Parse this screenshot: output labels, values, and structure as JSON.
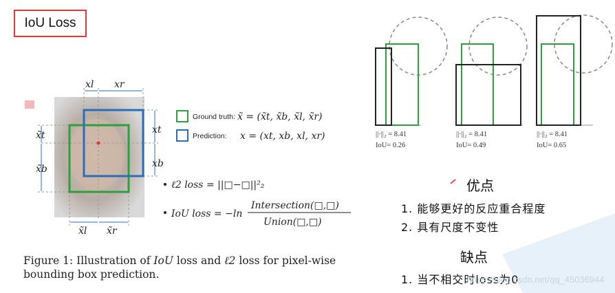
{
  "title": "IoU Loss",
  "figure": {
    "legend": {
      "ground_truth_label": "Ground truth:",
      "ground_truth_formula": "x̃ = (x̃t, x̃b, x̃l, x̃r)",
      "prediction_label": "Prediction:",
      "prediction_formula": "x = (xt, xb, xl, xr)"
    },
    "l2_loss_label": "ℓ2  loss = ||□−□||²₂",
    "iou_loss_lhs": "IoU loss = −ln",
    "iou_loss_numerator": "Intersection(□,□)",
    "iou_loss_denominator": "Union(□,□)",
    "dim_labels": {
      "xl": "xl",
      "xr": "xr",
      "xt": "xt",
      "xb": "xb",
      "gt_t": "x̃t",
      "gt_b": "x̃b",
      "gt_l": "x̃l",
      "gt_r": "x̃r"
    },
    "caption_prefix": "Figure 1: Illustration of ",
    "caption_iou": "IoU",
    "caption_mid": " loss and ",
    "caption_l2": "ℓ2",
    "caption_suffix": " loss for pixel-wise bounding box prediction."
  },
  "examples": [
    {
      "norm": "||·||₂ = 8.41",
      "iou": "IoU= 0.26"
    },
    {
      "norm": "||·||₂ = 8.41",
      "iou": "IoU= 0.49"
    },
    {
      "norm": "||·||₂ = 8.41",
      "iou": "IoU= 0.65"
    }
  ],
  "pros": {
    "heading": "优点",
    "items": [
      "1. 能够更好的反应重合程度",
      "2. 具有尺度不变性"
    ]
  },
  "cons": {
    "heading": "缺点",
    "items": [
      "1. 当不相交时loss为0"
    ]
  },
  "watermark": "https://blog.csdn.net/qq_45036944",
  "colors": {
    "green": "#2e9e3f",
    "blue": "#2a6db8",
    "red_box": "#e0373a",
    "dashed": "#888888"
  }
}
